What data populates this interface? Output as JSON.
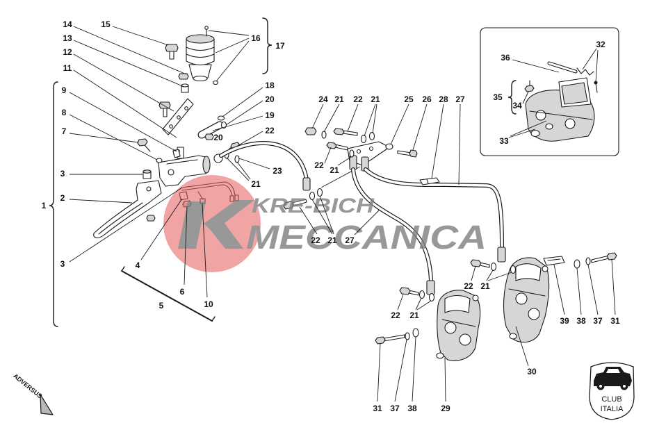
{
  "diagram": {
    "callouts": [
      "14",
      "15",
      "16",
      "17",
      "13",
      "12",
      "11",
      "9",
      "8",
      "7",
      "3",
      "2",
      "1",
      "3",
      "4",
      "5",
      "6",
      "10",
      "18",
      "20",
      "19",
      "22",
      "20",
      "23",
      "21",
      "24",
      "21",
      "22",
      "21",
      "25",
      "26",
      "28",
      "27",
      "22",
      "21",
      "22",
      "21",
      "27",
      "22",
      "21",
      "22",
      "21",
      "39",
      "38",
      "37",
      "31",
      "30",
      "31",
      "37",
      "38",
      "29",
      "36",
      "32",
      "35",
      "34",
      "33"
    ],
    "watermark": {
      "line1": "KRE-BICH",
      "line2": "MECCANICA"
    },
    "club_logo": {
      "line1": "CLUB",
      "line2": "ITALIA"
    },
    "adversus_mark": "ADVERSUS"
  },
  "colors": {
    "line": "#1a1a1a",
    "part_fill": "#d6d6d6",
    "watermark_circle": "#e45c5c",
    "watermark_text": "#7f7f7f"
  }
}
